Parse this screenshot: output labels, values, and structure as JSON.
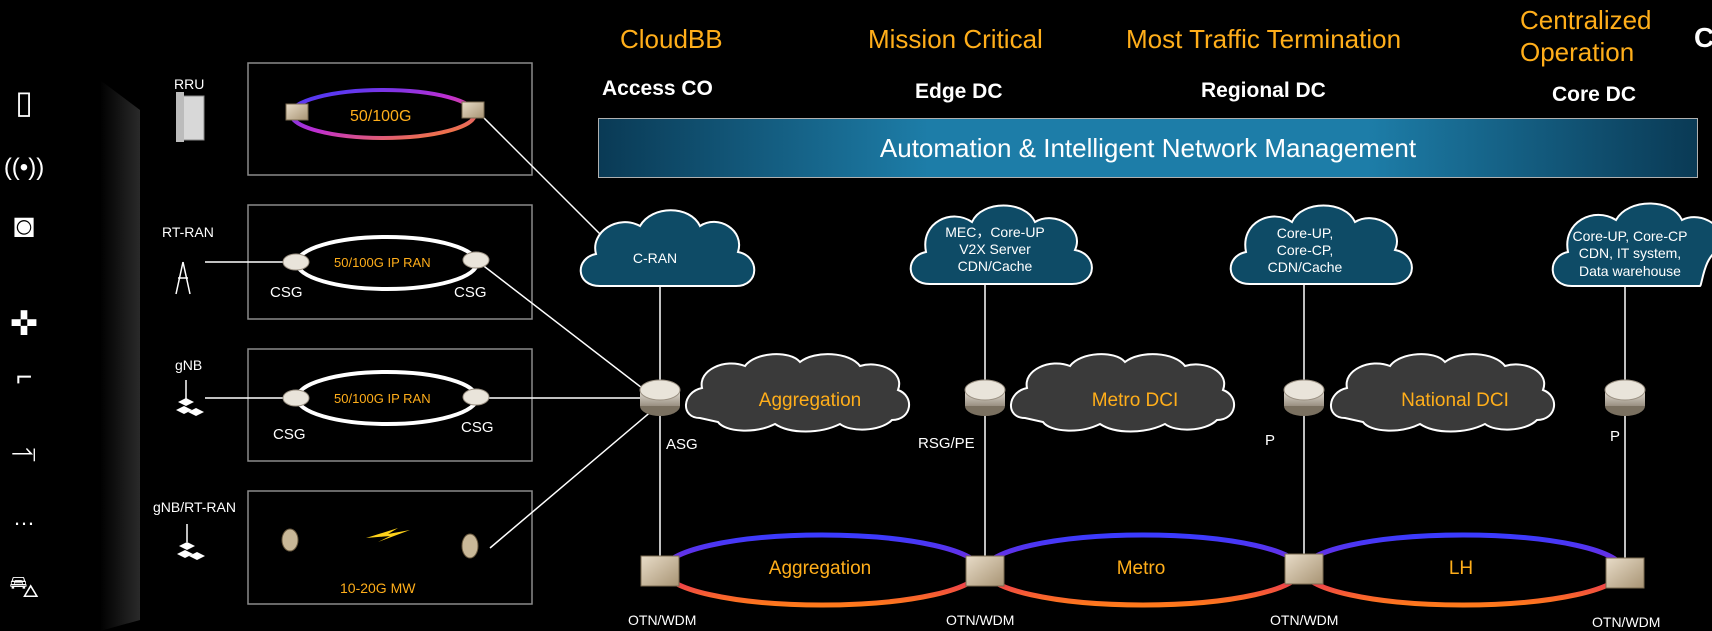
{
  "header": {
    "columns": [
      {
        "category": "CloudBB",
        "site": "Access CO"
      },
      {
        "category": "Mission Critical",
        "site": "Edge DC"
      },
      {
        "category": "Most Traffic Termination",
        "site": "Regional DC"
      },
      {
        "category": "Centralized\nOperation",
        "site": "Core DC"
      }
    ],
    "cut_char": "C"
  },
  "banner": {
    "text": "Automation & Intelligent Network Management"
  },
  "sidebar": {
    "icons": [
      "smartphone-icon",
      "wifi-router-icon",
      "vr-headset-icon",
      "gamepad-icon",
      "security-camera-icon",
      "street-lamp-icon",
      "ellipsis-icon",
      "connected-car-icon"
    ],
    "ellipsis": "…"
  },
  "access": {
    "rru": {
      "device": "RRU",
      "ring": "50/100G"
    },
    "rtran": {
      "device": "RT-RAN",
      "ring": "50/100G IP RAN",
      "left": "CSG",
      "right": "CSG"
    },
    "gnb": {
      "device": "gNB",
      "ring": "50/100G IP RAN",
      "left": "CSG",
      "right": "CSG"
    },
    "mw": {
      "device": "gNB/RT-RAN",
      "ring": "10-20G MW"
    }
  },
  "clouds": {
    "cran": "C-RAN",
    "edge": [
      "MEC，Core-UP",
      "V2X Server",
      "CDN/Cache"
    ],
    "regional": [
      "Core-UP,",
      "Core-CP,",
      "CDN/Cache"
    ],
    "core": [
      "Core-UP, Core-CP",
      "CDN, IT system,",
      "Data warehouse"
    ]
  },
  "routers": {
    "asg": "ASG",
    "rsg": "RSG/PE",
    "p1": "P",
    "p2": "P"
  },
  "ip_layer": {
    "aggregation": "Aggregation",
    "metro": "Metro DCI",
    "national": "National DCI"
  },
  "optical": {
    "rings": [
      "Aggregation",
      "Metro",
      "LH"
    ],
    "nodes": [
      "OTN/WDM",
      "OTN/WDM",
      "OTN/WDM",
      "OTN/WDM"
    ]
  },
  "colors": {
    "accent": "#ffae1a",
    "cloud": "#0e4b66",
    "ip_cloud": "#3a3a3a"
  }
}
